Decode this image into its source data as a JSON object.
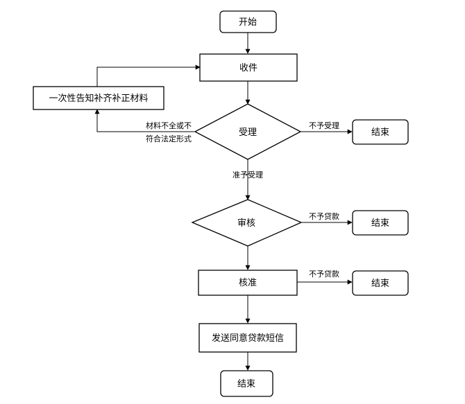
{
  "nodes": {
    "start": "开始",
    "receive": "收件",
    "notify": "一次性告知补齐补正材料",
    "accept": "受理",
    "review": "审核",
    "approve": "核准",
    "sms": "发送同意贷款短信",
    "end_reject_accept": "结束",
    "end_reject_review": "结束",
    "end_reject_approve": "结束",
    "end_final": "结束"
  },
  "edges": {
    "materials_line1": "材料不全或不",
    "materials_line2": "符合法定形式",
    "not_accept": "不予受理",
    "accepted": "准予受理",
    "no_loan_review": "不予贷款",
    "no_loan_approve": "不予贷款"
  }
}
